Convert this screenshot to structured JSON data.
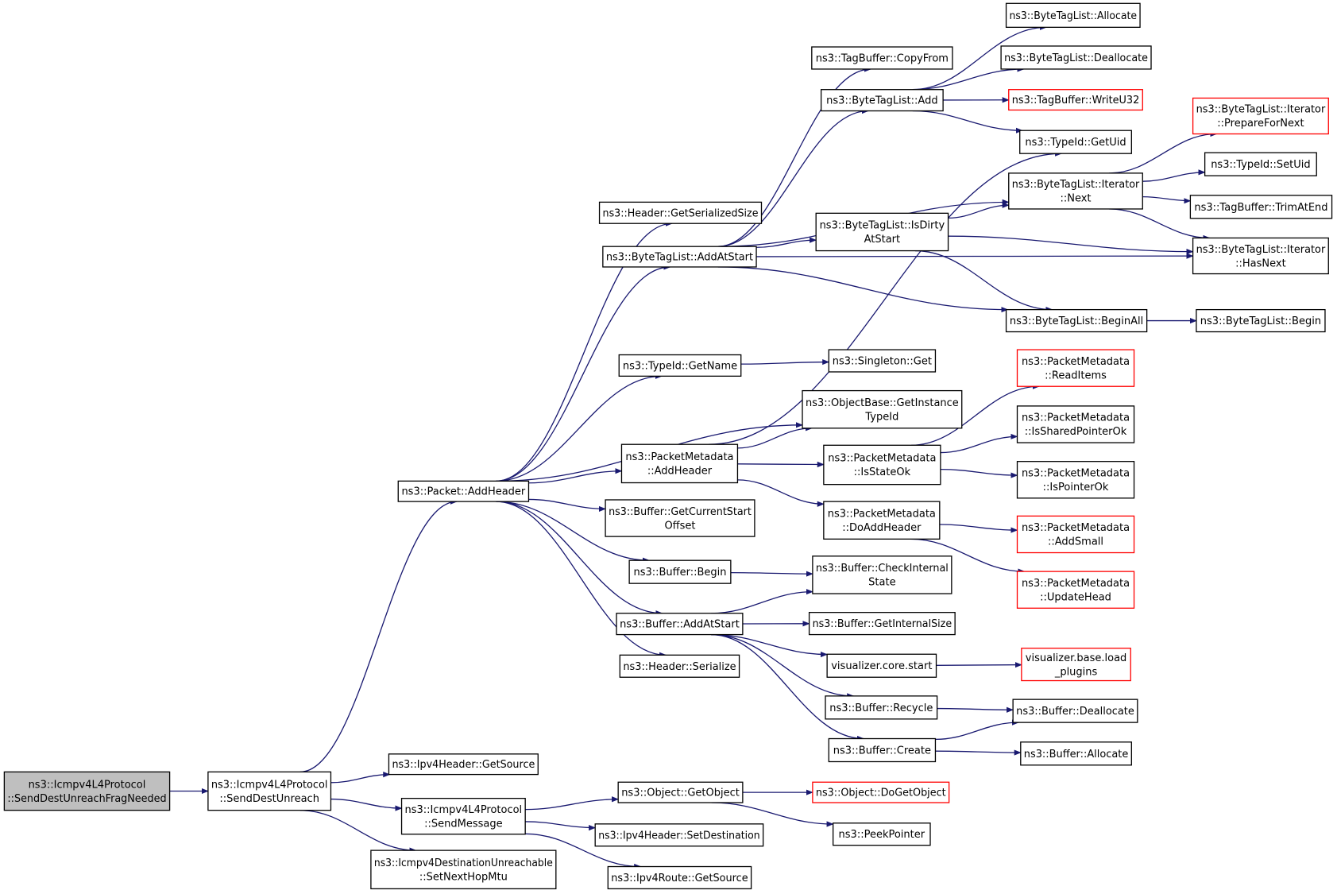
{
  "colors": {
    "edge": "#191970",
    "box": "#000000",
    "red_box": "#ff0000",
    "root_fill": "#bfbfbf",
    "fill": "#ffffff"
  },
  "nodes": [
    {
      "id": "root",
      "lines": [
        "ns3::Icmpv4L4Protocol",
        "::SendDestUnreachFragNeeded"
      ],
      "style": "root",
      "interactable": false
    },
    {
      "id": "sdu",
      "lines": [
        "ns3::Icmpv4L4Protocol",
        "::SendDestUnreach"
      ],
      "style": "normal",
      "interactable": true
    },
    {
      "id": "addheader",
      "lines": [
        "ns3::Packet::AddHeader"
      ],
      "style": "normal",
      "interactable": true
    },
    {
      "id": "getsource",
      "lines": [
        "ns3::Ipv4Header::GetSource"
      ],
      "style": "normal",
      "interactable": true
    },
    {
      "id": "sendmsg",
      "lines": [
        "ns3::Icmpv4L4Protocol",
        "::SendMessage"
      ],
      "style": "normal",
      "interactable": true
    },
    {
      "id": "setnexthop",
      "lines": [
        "ns3::Icmpv4DestinationUnreachable",
        "::SetNextHopMtu"
      ],
      "style": "normal",
      "interactable": true
    },
    {
      "id": "hgetser",
      "lines": [
        "ns3::Header::GetSerializedSize"
      ],
      "style": "normal",
      "interactable": true
    },
    {
      "id": "btl_addatstart",
      "lines": [
        "ns3::ByteTagList::AddAtStart"
      ],
      "style": "normal",
      "interactable": true
    },
    {
      "id": "tid_getname",
      "lines": [
        "ns3::TypeId::GetName"
      ],
      "style": "normal",
      "interactable": true
    },
    {
      "id": "pm_addheader",
      "lines": [
        "ns3::PacketMetadata",
        "::AddHeader"
      ],
      "style": "normal",
      "interactable": true
    },
    {
      "id": "buf_getcur",
      "lines": [
        "ns3::Buffer::GetCurrentStart",
        "Offset"
      ],
      "style": "normal",
      "interactable": true
    },
    {
      "id": "buf_begin",
      "lines": [
        "ns3::Buffer::Begin"
      ],
      "style": "normal",
      "interactable": true
    },
    {
      "id": "buf_addatstart",
      "lines": [
        "ns3::Buffer::AddAtStart"
      ],
      "style": "normal",
      "interactable": true
    },
    {
      "id": "hser",
      "lines": [
        "ns3::Header::Serialize"
      ],
      "style": "normal",
      "interactable": true
    },
    {
      "id": "obj_getobject",
      "lines": [
        "ns3::Object::GetObject"
      ],
      "style": "normal",
      "interactable": true
    },
    {
      "id": "ipv4_setdest",
      "lines": [
        "ns3::Ipv4Header::SetDestination"
      ],
      "style": "normal",
      "interactable": true
    },
    {
      "id": "route_getsource",
      "lines": [
        "ns3::Ipv4Route::GetSource"
      ],
      "style": "normal",
      "interactable": true
    },
    {
      "id": "tb_copyfrom",
      "lines": [
        "ns3::TagBuffer::CopyFrom"
      ],
      "style": "normal",
      "interactable": true
    },
    {
      "id": "btl_add",
      "lines": [
        "ns3::ByteTagList::Add"
      ],
      "style": "normal",
      "interactable": true
    },
    {
      "id": "btl_isdirty",
      "lines": [
        "ns3::ByteTagList::IsDirty",
        "AtStart"
      ],
      "style": "normal",
      "interactable": true
    },
    {
      "id": "singleton_get",
      "lines": [
        "ns3::Singleton::Get"
      ],
      "style": "normal",
      "interactable": true
    },
    {
      "id": "ob_getinst",
      "lines": [
        "ns3::ObjectBase::GetInstance",
        "TypeId"
      ],
      "style": "normal",
      "interactable": true
    },
    {
      "id": "pm_isstateok",
      "lines": [
        "ns3::PacketMetadata",
        "::IsStateOk"
      ],
      "style": "normal",
      "interactable": true
    },
    {
      "id": "pm_doaddheader",
      "lines": [
        "ns3::PacketMetadata",
        "::DoAddHeader"
      ],
      "style": "normal",
      "interactable": true
    },
    {
      "id": "buf_checkint",
      "lines": [
        "ns3::Buffer::CheckInternal",
        "State"
      ],
      "style": "normal",
      "interactable": true
    },
    {
      "id": "buf_getintsize",
      "lines": [
        "ns3::Buffer::GetInternalSize"
      ],
      "style": "normal",
      "interactable": true
    },
    {
      "id": "viz_start",
      "lines": [
        "visualizer.core.start"
      ],
      "style": "normal",
      "interactable": true
    },
    {
      "id": "buf_recycle",
      "lines": [
        "ns3::Buffer::Recycle"
      ],
      "style": "normal",
      "interactable": true
    },
    {
      "id": "buf_create",
      "lines": [
        "ns3::Buffer::Create"
      ],
      "style": "normal",
      "interactable": true
    },
    {
      "id": "obj_dogetobject",
      "lines": [
        "ns3::Object::DoGetObject"
      ],
      "style": "red",
      "interactable": true
    },
    {
      "id": "peekpointer",
      "lines": [
        "ns3::PeekPointer"
      ],
      "style": "normal",
      "interactable": true
    },
    {
      "id": "btl_allocate",
      "lines": [
        "ns3::ByteTagList::Allocate"
      ],
      "style": "normal",
      "interactable": true
    },
    {
      "id": "btl_deallocate",
      "lines": [
        "ns3::ByteTagList::Deallocate"
      ],
      "style": "normal",
      "interactable": true
    },
    {
      "id": "tb_writeu32",
      "lines": [
        "ns3::TagBuffer::WriteU32"
      ],
      "style": "red",
      "interactable": true
    },
    {
      "id": "tid_getuid",
      "lines": [
        "ns3::TypeId::GetUid"
      ],
      "style": "normal",
      "interactable": true
    },
    {
      "id": "btli_next",
      "lines": [
        "ns3::ByteTagList::Iterator",
        "::Next"
      ],
      "style": "normal",
      "interactable": true
    },
    {
      "id": "btl_beginall",
      "lines": [
        "ns3::ByteTagList::BeginAll"
      ],
      "style": "normal",
      "interactable": true
    },
    {
      "id": "pm_readitems",
      "lines": [
        "ns3::PacketMetadata",
        "::ReadItems"
      ],
      "style": "red",
      "interactable": true
    },
    {
      "id": "pm_isshared",
      "lines": [
        "ns3::PacketMetadata",
        "::IsSharedPointerOk"
      ],
      "style": "normal",
      "interactable": true
    },
    {
      "id": "pm_ispointer",
      "lines": [
        "ns3::PacketMetadata",
        "::IsPointerOk"
      ],
      "style": "normal",
      "interactable": true
    },
    {
      "id": "pm_addsmall",
      "lines": [
        "ns3::PacketMetadata",
        "::AddSmall"
      ],
      "style": "red",
      "interactable": true
    },
    {
      "id": "pm_updatehead",
      "lines": [
        "ns3::PacketMetadata",
        "::UpdateHead"
      ],
      "style": "red",
      "interactable": true
    },
    {
      "id": "viz_loadplugins",
      "lines": [
        "visualizer.base.load",
        "_plugins"
      ],
      "style": "red",
      "interactable": true
    },
    {
      "id": "buf_dealloc",
      "lines": [
        "ns3::Buffer::Deallocate"
      ],
      "style": "normal",
      "interactable": true
    },
    {
      "id": "buf_alloc",
      "lines": [
        "ns3::Buffer::Allocate"
      ],
      "style": "normal",
      "interactable": true
    },
    {
      "id": "btli_prepare",
      "lines": [
        "ns3::ByteTagList::Iterator",
        "::PrepareForNext"
      ],
      "style": "red",
      "interactable": true
    },
    {
      "id": "tid_setuid",
      "lines": [
        "ns3::TypeId::SetUid"
      ],
      "style": "normal",
      "interactable": true
    },
    {
      "id": "tb_trim",
      "lines": [
        "ns3::TagBuffer::TrimAtEnd"
      ],
      "style": "normal",
      "interactable": true
    },
    {
      "id": "btli_hasnext",
      "lines": [
        "ns3::ByteTagList::Iterator",
        "::HasNext"
      ],
      "style": "normal",
      "interactable": true
    },
    {
      "id": "btl_begin",
      "lines": [
        "ns3::ByteTagList::Begin"
      ],
      "style": "normal",
      "interactable": true
    }
  ]
}
